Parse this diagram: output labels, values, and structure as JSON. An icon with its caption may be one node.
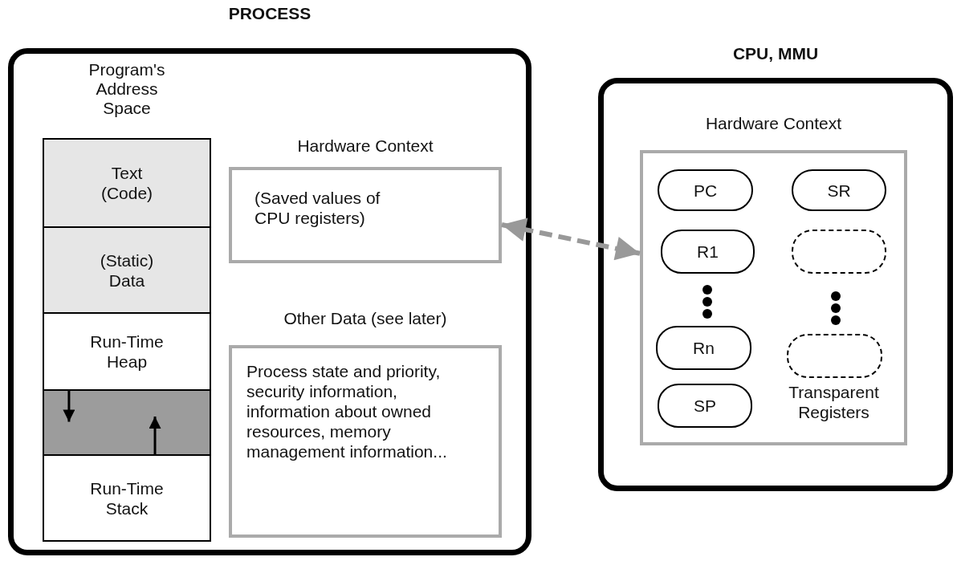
{
  "diagram": {
    "nodes": [
      {
        "text": [
          "PROCESS"
        ]
      },
      {
        "text": [
          "Program's Address Space"
        ],
        "in": 0
      },
      {
        "text": [
          "Text (Code)"
        ],
        "in": 1
      },
      {
        "text": [
          "(Static) Data"
        ],
        "in": 1
      },
      {
        "text": [
          "Run-Time Heap"
        ],
        "in": 1
      },
      {
        "text": [],
        "shape": "box",
        "in": 1
      },
      {
        "text": [
          "Run-Time Stack"
        ],
        "in": 1
      },
      {
        "text": [
          "Hardware Context",
          "(Saved values of CPU registers)"
        ],
        "in": 0
      },
      {
        "text": [
          "Other Data (see later)",
          "Process state and priority, security information, information about owned resources, memory management information..."
        ],
        "in": 0
      },
      {
        "text": [
          "CPU, MMU"
        ]
      },
      {
        "text": [
          "Hardware Context"
        ],
        "in": 9
      },
      {
        "text": [
          "PC"
        ],
        "in": 10
      },
      {
        "text": [
          "SR"
        ],
        "in": 10
      },
      {
        "text": [
          "R1"
        ],
        "in": 10
      },
      {
        "text": [],
        "shape": "box",
        "in": 10
      },
      {
        "text": [
          "Rn"
        ],
        "in": 10
      },
      {
        "text": [],
        "shape": "box",
        "in": 10
      },
      {
        "text": [
          "SP"
        ],
        "in": 10
      }
    ],
    "edges": [
      {
        "from": 7,
        "to": 10,
        "arrow": "both",
        "style": "dashed",
        "color": "#999999"
      },
      {
        "from": 4,
        "to": 5,
        "arrow": "to"
      },
      {
        "from": 6,
        "to": 5,
        "arrow": "to"
      }
    ],
    "labels": [
      "Transparent Registers"
    ]
  }
}
